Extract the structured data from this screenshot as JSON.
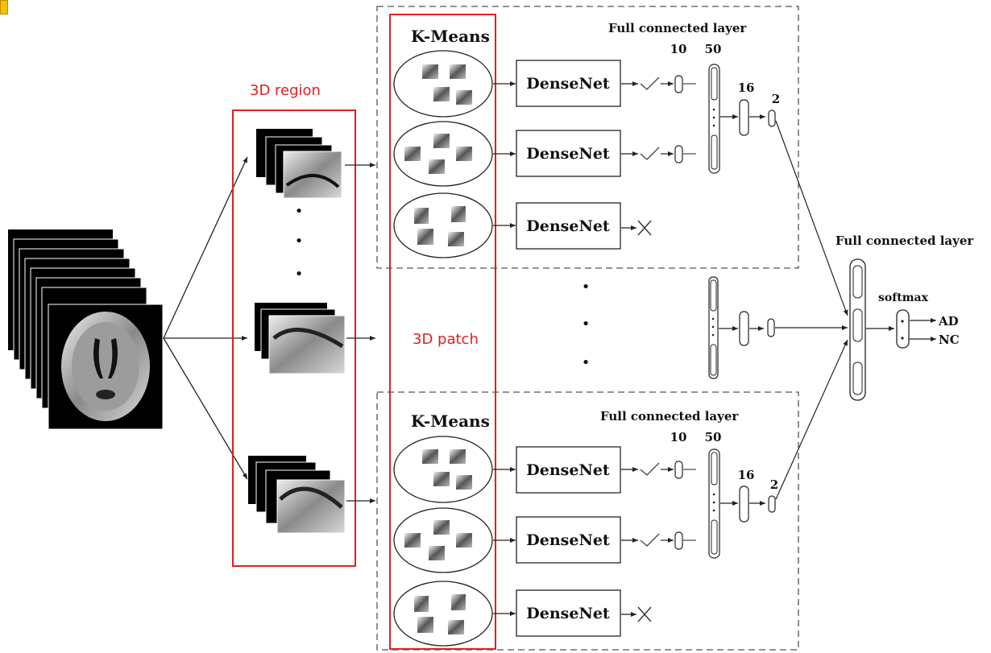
{
  "labels": {
    "region": "3D region",
    "patch": "3D patch",
    "kmeans": "K-Means",
    "densenet": "DenseNet",
    "fcl": "Full connected layer",
    "softmax": "softmax",
    "n10": "10",
    "n50": "50",
    "n16": "16",
    "n2": "2",
    "dot": "•",
    "ad": "AD",
    "nc": "NC"
  },
  "colors": {
    "red": "#e02020",
    "ink": "#222222",
    "dash": "#555555"
  },
  "icons": [
    "check-icon",
    "cross-icon"
  ]
}
